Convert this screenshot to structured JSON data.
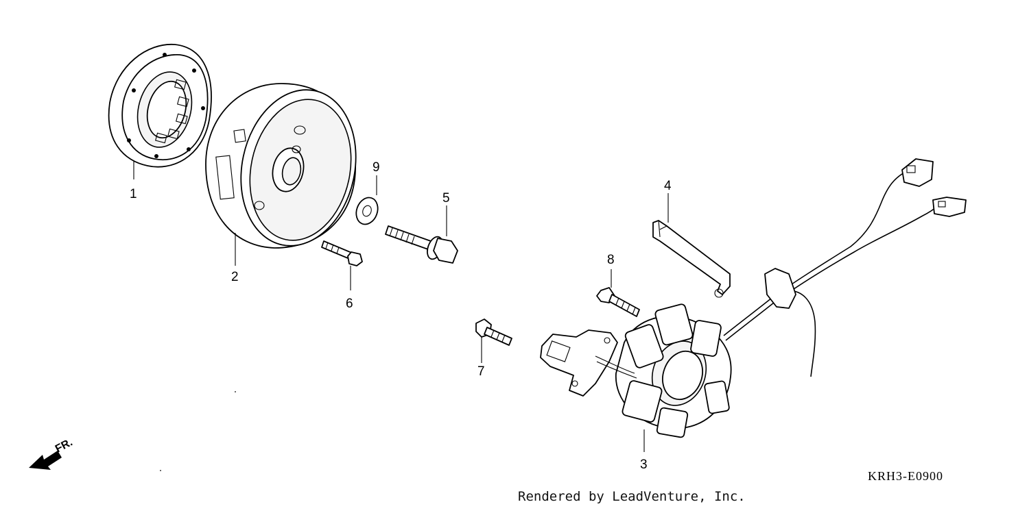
{
  "diagram": {
    "callouts": [
      {
        "id": "1",
        "label": "1"
      },
      {
        "id": "2",
        "label": "2"
      },
      {
        "id": "3",
        "label": "3"
      },
      {
        "id": "4",
        "label": "4"
      },
      {
        "id": "5",
        "label": "5"
      },
      {
        "id": "6",
        "label": "6"
      },
      {
        "id": "7",
        "label": "7"
      },
      {
        "id": "8",
        "label": "8"
      },
      {
        "id": "9",
        "label": "9"
      }
    ],
    "diagram_code": "KRH3-E0900",
    "front_marker": "FR.",
    "icons": [
      "front-direction-arrow-icon"
    ]
  },
  "footer": {
    "credit": "Rendered by LeadVenture, Inc."
  }
}
